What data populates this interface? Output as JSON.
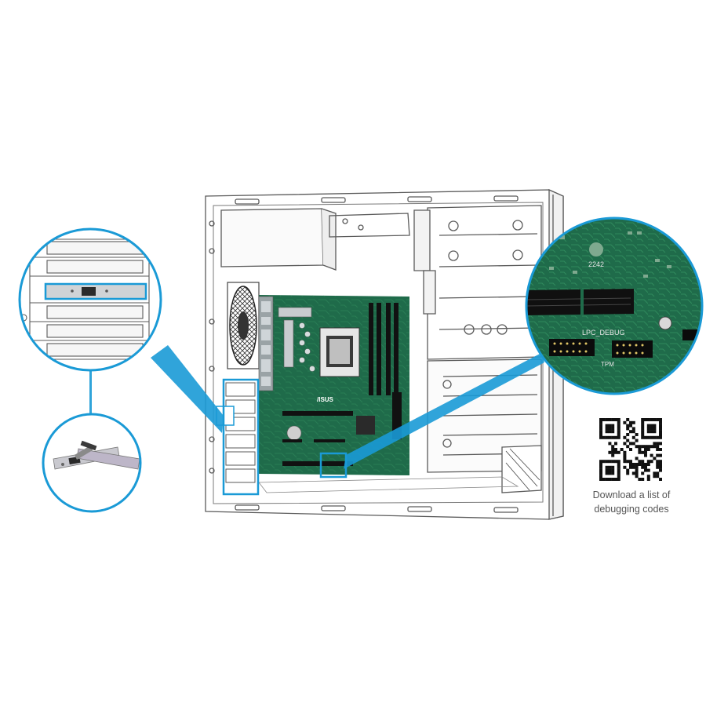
{
  "colors": {
    "accent": "#1a9ad6",
    "line": "#5a5a5a",
    "pcb": "#1f6b4a",
    "pcb_dark": "#15503a",
    "metal": "#d9d9d9"
  },
  "board": {
    "brand": "/ISUS"
  },
  "zoom_detail": {
    "part_number": "2242",
    "connector_label": "LPC_DEBUG",
    "header_label": "TPM"
  },
  "qr": {
    "caption_line1": "Download a list of",
    "caption_line2": "debugging codes"
  }
}
